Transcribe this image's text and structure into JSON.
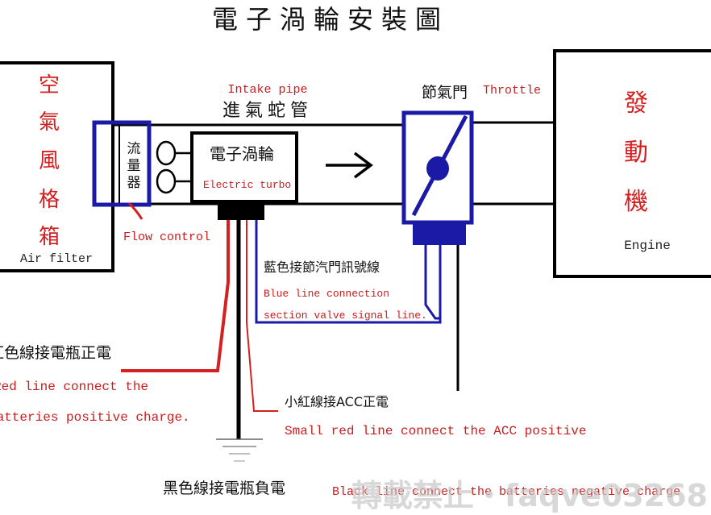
{
  "title": "電子渦輪安裝圖",
  "air_filter": {
    "cn": [
      "空",
      "氣",
      "風",
      "格",
      "箱"
    ],
    "en": "Air filter"
  },
  "flow_sensor": {
    "cn": [
      "流",
      "量",
      "器"
    ],
    "en": "Flow control"
  },
  "intake_pipe": {
    "en": "Intake pipe",
    "cn": "進氣蛇管"
  },
  "turbo": {
    "cn": "電子渦輪",
    "en": "Electric turbo"
  },
  "throttle": {
    "cn": "節氣門",
    "en": "Throttle"
  },
  "engine": {
    "cn": [
      "發",
      "動",
      "機"
    ],
    "en": "Engine"
  },
  "blue_line": {
    "cn": "藍色接節汽門訊號線",
    "en1": "Blue line connection",
    "en2": "section valve signal line."
  },
  "red_line": {
    "cn": "紅色線接電瓶正電",
    "en1": "Red line connect the",
    "en2": "batteries positive charge."
  },
  "small_red_line": {
    "cn": "小紅線接ACC正電",
    "en": "Small red line connect the ACC positive"
  },
  "black_line": {
    "cn": "黑色線接電瓶負電",
    "en": "Black line connect the batteries negative charge"
  },
  "watermark": "轉載禁止・faqve03268",
  "colors": {
    "red": "#d42020",
    "blue": "#1a1aa6",
    "black": "#000000",
    "red_text": "#c81e1e"
  }
}
